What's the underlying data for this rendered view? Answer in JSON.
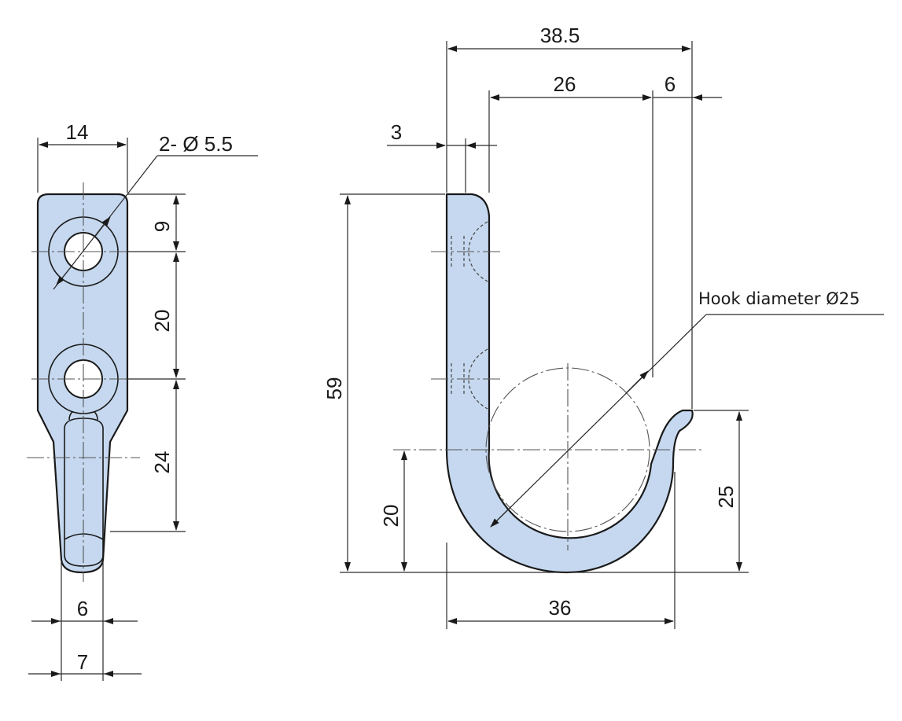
{
  "front_view": {
    "width": "14",
    "hole_note": "2- Ø 5.5",
    "hole_spacing_top": "9",
    "hole_spacing": "20",
    "lower_length": "24",
    "tip_width_inner": "6",
    "tip_width_outer": "7"
  },
  "side_view": {
    "overall_width": "38.5",
    "inner_width": "26",
    "lip_width": "6",
    "thickness": "3",
    "overall_height": "59",
    "bottom_height": "20",
    "lip_height": "25",
    "base_width": "36",
    "hook_note": "Hook diameter Ø25"
  },
  "colors": {
    "part_fill": "#c5d8ef",
    "line": "#1a1a1a"
  }
}
